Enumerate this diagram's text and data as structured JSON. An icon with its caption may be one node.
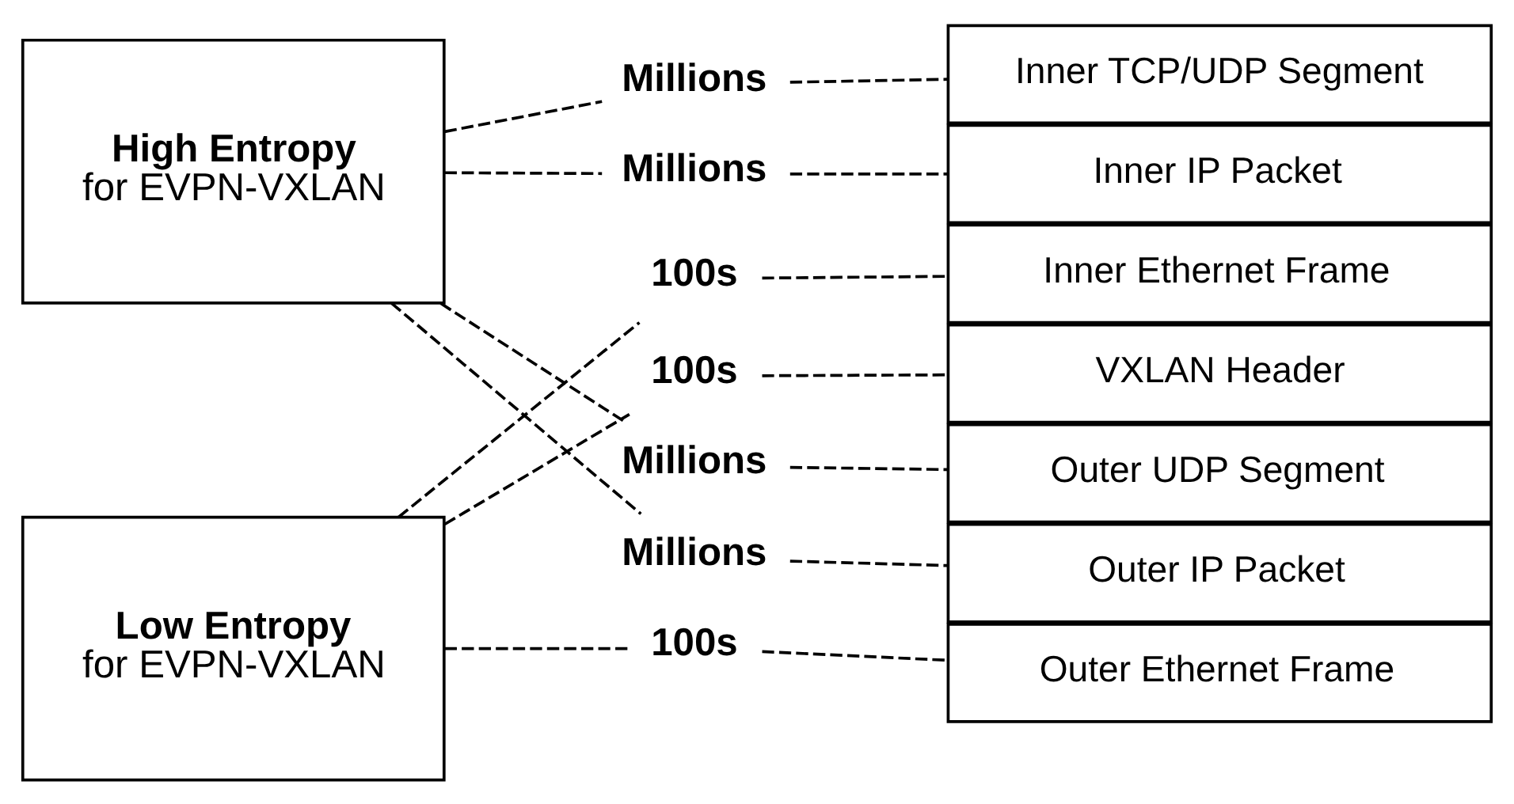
{
  "diagram": {
    "nodes": [
      {
        "text": [
          "High Entropy",
          "for EVPN-VXLAN"
        ]
      },
      {
        "text": [
          "Low Entropy",
          "for EVPN-VXLAN"
        ]
      },
      {
        "text": [
          "Millions"
        ]
      },
      {
        "text": [
          "Millions"
        ]
      },
      {
        "text": [
          "100s"
        ]
      },
      {
        "text": [
          "100s"
        ]
      },
      {
        "text": [
          "Millions"
        ]
      },
      {
        "text": [
          "Millions"
        ]
      },
      {
        "text": [
          "100s"
        ]
      },
      {
        "text": [
          "Inner TCP/UDP Segment"
        ]
      },
      {
        "text": [
          "Inner IP Packet"
        ]
      },
      {
        "text": [
          "Inner Ethernet Frame"
        ]
      },
      {
        "text": [
          "VXLAN Header"
        ]
      },
      {
        "text": [
          "Outer UDP Segment"
        ]
      },
      {
        "text": [
          "Outer IP Packet"
        ]
      },
      {
        "text": [
          "Outer Ethernet Frame"
        ]
      }
    ],
    "edges": [
      {
        "from": 0,
        "to": 2,
        "arrow": "none",
        "style": "dashed"
      },
      {
        "from": 0,
        "to": 3,
        "arrow": "none",
        "style": "dashed"
      },
      {
        "from": 0,
        "to": 6,
        "arrow": "none",
        "style": "dashed"
      },
      {
        "from": 0,
        "to": 7,
        "arrow": "none",
        "style": "dashed"
      },
      {
        "from": 1,
        "to": 4,
        "arrow": "none",
        "style": "dashed"
      },
      {
        "from": 1,
        "to": 5,
        "arrow": "none",
        "style": "dashed"
      },
      {
        "from": 1,
        "to": 8,
        "arrow": "none",
        "style": "dashed"
      },
      {
        "from": 2,
        "to": 9,
        "arrow": "none",
        "style": "dashed"
      },
      {
        "from": 3,
        "to": 10,
        "arrow": "none",
        "style": "dashed"
      },
      {
        "from": 4,
        "to": 11,
        "arrow": "none",
        "style": "dashed"
      },
      {
        "from": 5,
        "to": 12,
        "arrow": "none",
        "style": "dashed"
      },
      {
        "from": 6,
        "to": 13,
        "arrow": "none",
        "style": "dashed"
      },
      {
        "from": 7,
        "to": 14,
        "arrow": "none",
        "style": "dashed"
      },
      {
        "from": 8,
        "to": 15,
        "arrow": "none",
        "style": "dashed"
      }
    ]
  }
}
